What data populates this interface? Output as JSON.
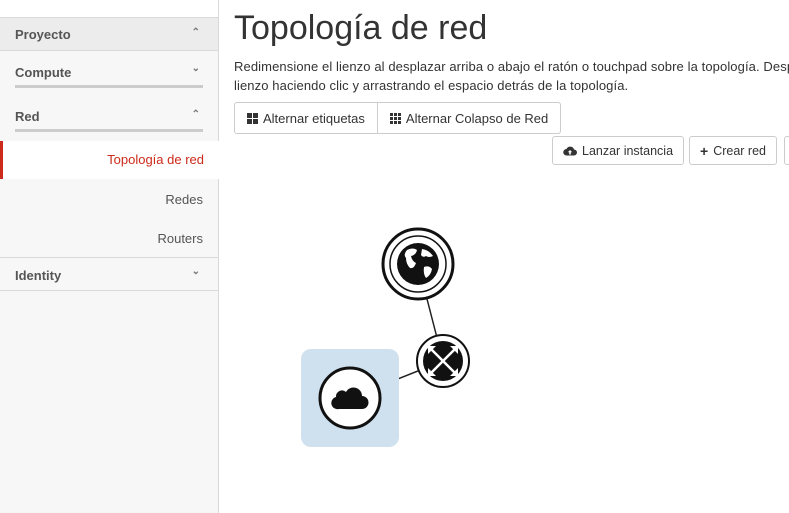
{
  "sidebar": {
    "sections": {
      "proyecto": "Proyecto",
      "compute": "Compute",
      "red": "Red",
      "identity": "Identity"
    },
    "items": [
      {
        "label": "Topología de red",
        "active": true
      },
      {
        "label": "Redes",
        "active": false
      },
      {
        "label": "Routers",
        "active": false
      }
    ]
  },
  "page": {
    "title": "Topología de red",
    "description_line1": "Redimensione el lienzo al desplazar arriba o abajo el ratón o touchpad sobre la topología. Despl",
    "description_line2": "lienzo haciendo clic y arrastrando el espacio detrás de la topología."
  },
  "toolbar": {
    "toggle_labels": "Alternar etiquetas",
    "toggle_collapse": "Alternar Colapso de Red",
    "launch_instance": "Lanzar instancia",
    "create_network": "Crear red"
  },
  "topology": {
    "nodes": [
      "globe-external-network",
      "router",
      "network-cloud"
    ]
  },
  "colors": {
    "accent": "#cc2a1a",
    "network_box": "#cfe0ee"
  }
}
